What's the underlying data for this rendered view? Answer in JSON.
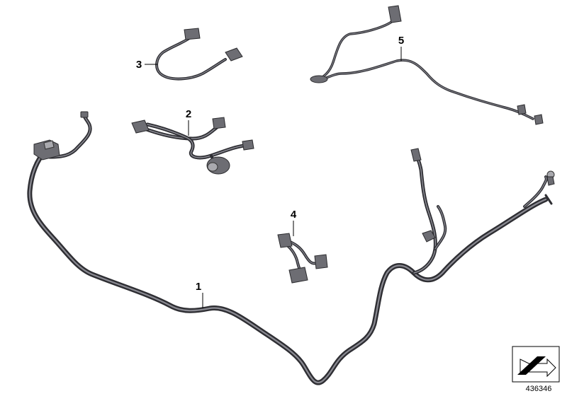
{
  "callouts": {
    "p1": "1",
    "p2": "2",
    "p3": "3",
    "p4": "4",
    "p5": "5"
  },
  "reference_number": "436346",
  "icons": {
    "orientation_symbol": "arrow-direction-icon"
  }
}
